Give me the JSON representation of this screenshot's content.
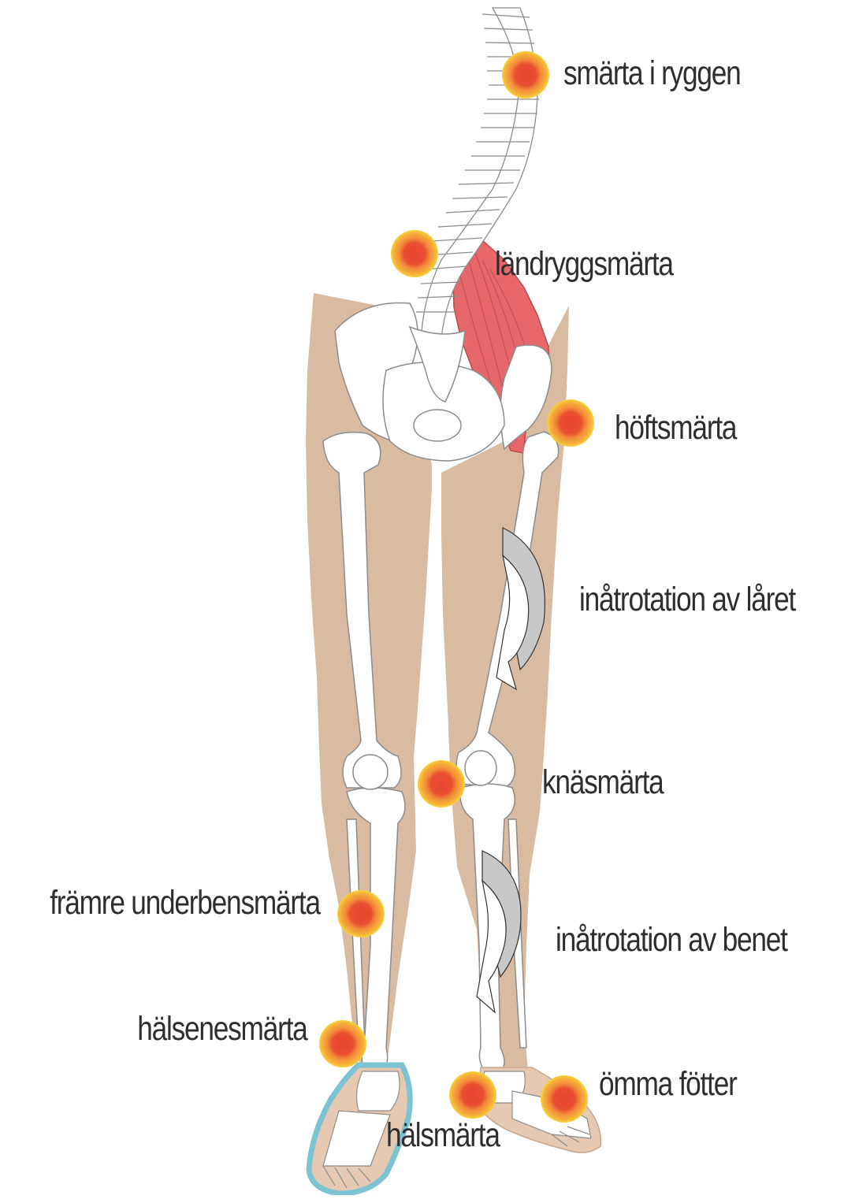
{
  "diagram": {
    "labels": {
      "back_pain": "smärta i ryggen",
      "lower_back_pain": "ländryggsmärta",
      "hip_pain": "höftsmärta",
      "thigh_rotation": "inåtrotation av låret",
      "knee_pain": "knäsmärta",
      "front_shin_pain": "främre underbensmärta",
      "leg_rotation": "inåtrotation av benet",
      "achilles_pain": "hälsenesmärta",
      "sore_feet": "ömma fötter",
      "heel_pain": "hälsmärta"
    },
    "colors": {
      "skin": "#d9bba2",
      "bone_fill": "#ffffff",
      "bone_outline": "#9a9a9a",
      "muscle": "#e8676b",
      "pain_core": "#e8452f",
      "pain_mid": "#f28c3a",
      "pain_ring": "#f7d43a",
      "arrow_gray": "#c8c8c8",
      "foot_highlight": "#7cc4d4",
      "label_text": "#2e2e2e"
    }
  }
}
